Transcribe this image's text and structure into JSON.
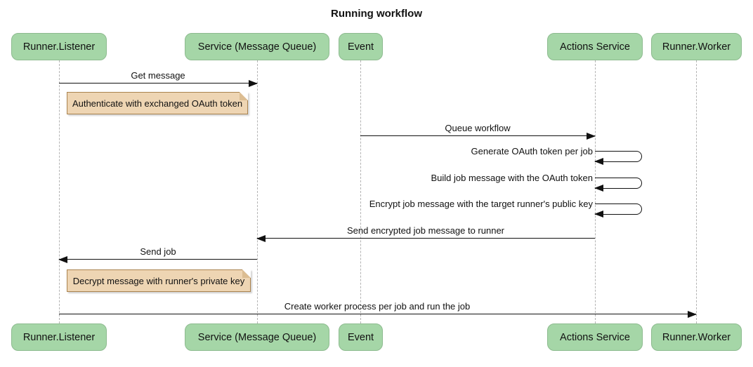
{
  "title": "Running workflow",
  "participants": [
    "Runner.Listener",
    "Service (Message Queue)",
    "Event",
    "Actions Service",
    "Runner.Worker"
  ],
  "messages": {
    "get_message": "Get message",
    "queue_workflow": "Queue workflow",
    "generate_oauth": "Generate OAuth token per job",
    "build_job": "Build job message with the OAuth token",
    "encrypt_job": "Encrypt job message with the target runner's public key",
    "send_encrypted": "Send encrypted job message to runner",
    "send_job": "Send job",
    "create_worker": "Create worker process per job and run the job"
  },
  "notes": {
    "authenticate": "Authenticate with exchanged OAuth token",
    "decrypt": "Decrypt message with runner's private key"
  },
  "colors": {
    "actor_fill": "#a5d6a7",
    "actor_border": "#8dbb8f",
    "note_fill": "#eed5b3",
    "note_border": "#aa834f",
    "lifeline": "#b3b3b3",
    "arrow": "#111111"
  }
}
